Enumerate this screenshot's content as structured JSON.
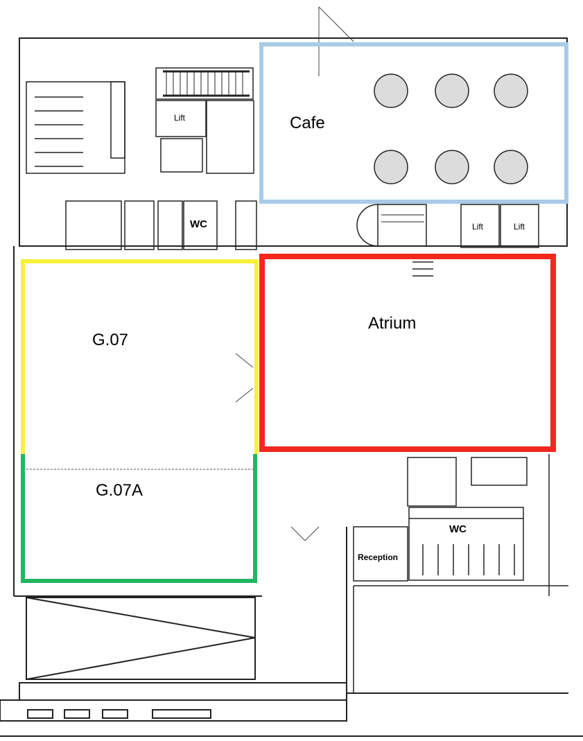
{
  "rooms": {
    "cafe": "Cafe",
    "atrium": "Atrium",
    "g07": "G.07",
    "g07a": "G.07A",
    "lift_a": "Lift",
    "lift_b": "Lift",
    "lift_c": "Lift",
    "wc_a": "WC",
    "wc_b": "WC",
    "reception": "Reception"
  },
  "colors": {
    "cafe_outline": "#a9cbe8",
    "atrium_outline": "#f2281e",
    "g07_outline": "#f7f03c",
    "g07a_outline": "#22b462",
    "table": "#dcdcdc",
    "wall": "#222222"
  }
}
